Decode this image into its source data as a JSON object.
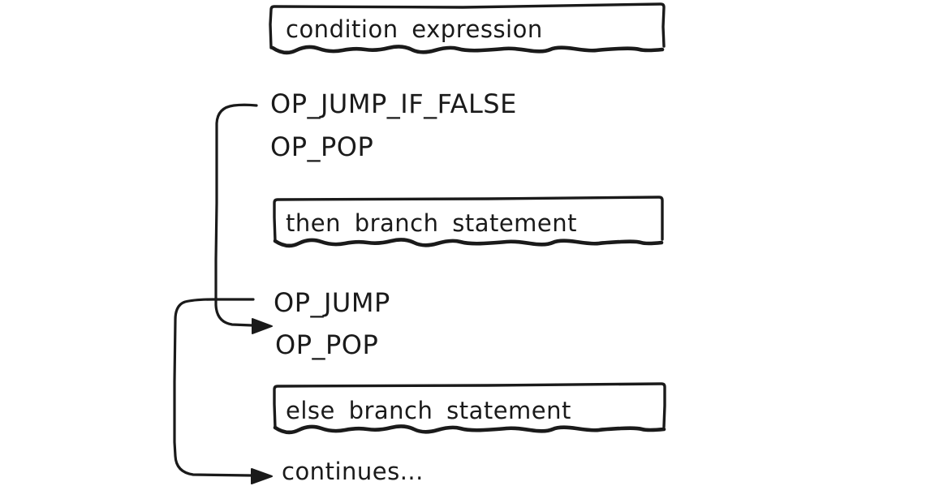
{
  "colors": {
    "ink": "#1a1a1a",
    "background": "#ffffff"
  },
  "boxes": [
    {
      "label": "condition expression"
    },
    {
      "label": "then branch statement"
    },
    {
      "label": "else branch statement"
    }
  ],
  "opcodes": [
    {
      "label": "OP_JUMP_IF_FALSE"
    },
    {
      "label": "OP_POP"
    },
    {
      "label": "OP_JUMP"
    },
    {
      "label": "OP_POP"
    }
  ],
  "flow": {
    "continues_label": "continues..."
  },
  "arrows": [
    {
      "from": "OP_JUMP_IF_FALSE",
      "to": "OP_POP"
    },
    {
      "from": "OP_JUMP",
      "to": "continues..."
    }
  ]
}
